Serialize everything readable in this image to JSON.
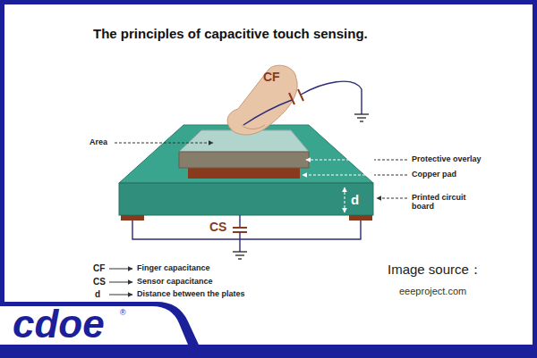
{
  "diagram": {
    "title": "The principles of capacitive touch sensing.",
    "labels": [
      "Area",
      "Protective overlay",
      "Copper pad",
      "Printed circuit board",
      "d",
      "CF",
      "CS",
      "CF",
      "Finger capacitance",
      "CS",
      "Sensor capacitance",
      "d",
      "Distance between the plates",
      "Image source：",
      "eeeproject.com",
      "cdoe",
      "®"
    ]
  }
}
